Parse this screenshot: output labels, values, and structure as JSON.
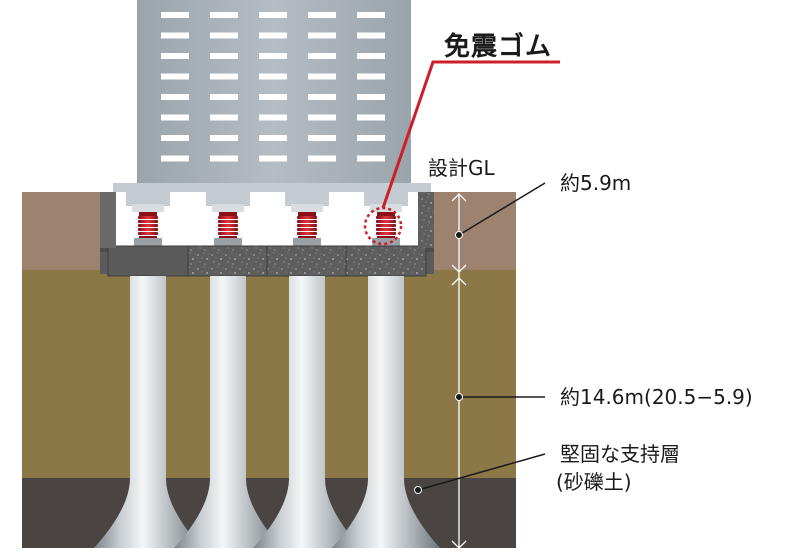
{
  "labels": {
    "seismic_rubber": "免震ゴム",
    "design_gl": "設計GL",
    "depth_upper": "約5.9m",
    "depth_lower": "約14.6m(20.5−5.9)",
    "bearing_layer": "堅固な支持層",
    "bearing_layer_sub": "(砂礫土)"
  },
  "colors": {
    "topsoil": "#9d8270",
    "middle_soil": "#8c7846",
    "bearing_layer": "#4a4443",
    "building": "#a9b3ba",
    "concrete": "#6a6a6a",
    "rubber": "#c8232c",
    "callout_line": "#cc1f2a"
  }
}
